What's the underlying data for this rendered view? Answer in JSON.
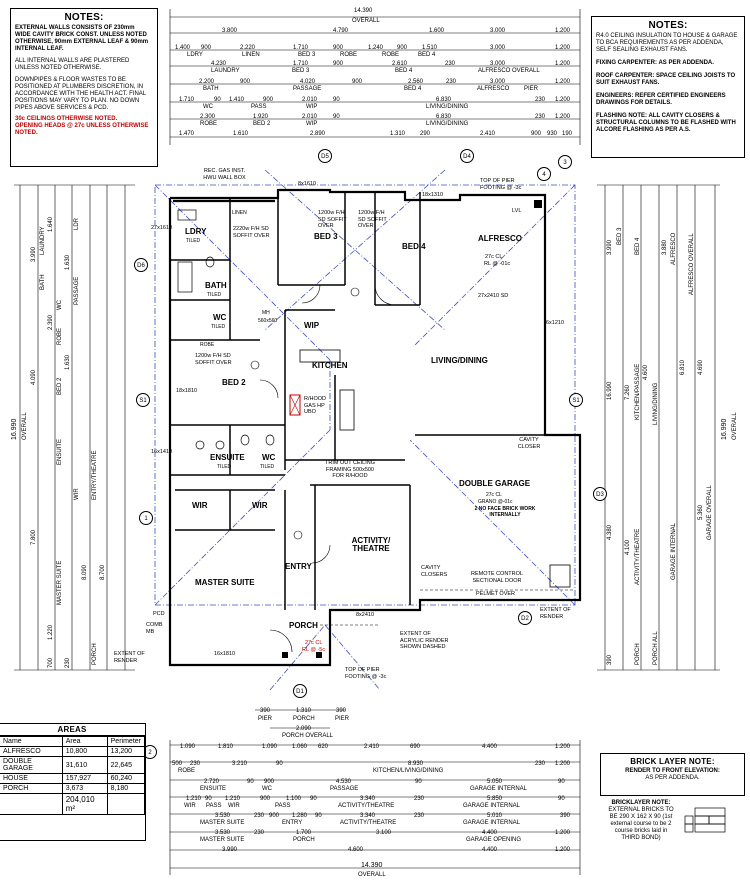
{
  "notes_left": {
    "title": "NOTES:",
    "lines": [
      "EXTERNAL WALLS CONSISTS OF 230mm",
      "WIDE CAVITY BRICK CONST. UNLESS NOTED",
      "OTHERWISE, 90mm EXTERNAL LEAF & 90mm",
      "INTERNAL LEAF.",
      "",
      "ALL INTERNAL WALLS ARE PLASTERED",
      "UNLESS NOTED OTHERWISE.",
      "",
      "DOWNPIPES & FLOOR WASTES TO BE",
      "POSITIONED AT PLUMBERS DISCRETION, IN",
      "ACCORDANCE WITH THE HEALTH ACT. FINAL",
      "POSITIONS MAY VARY TO PLAN. NO DOWN",
      "PIPES ABOVE SERVICES & PCD."
    ],
    "ceiling_note": "30c CEILINGS OTHERWISE NOTED.",
    "opening_note": "OPENING HEADS @ 27c UNLESS OTHERWISE NOTED."
  },
  "notes_right": {
    "title": "NOTES:",
    "r40": "R4.0 CEILING INSULATION TO HOUSE & GARAGE TO BCA REQUIREMENTS AS PER ADDENDA, SELF SEALING EXHAUST FANS.",
    "fixing": "FIXING CARPENTER: AS PER ADDENDA.",
    "roof": "ROOF CARPENTER: SPACE CEILING JOISTS TO SUIT EXHAUST FANS.",
    "engineers": "ENGINEERS: REFER CERTIFIED ENGINEERS DRAWINGS FOR DETAILS.",
    "flashing": "FLASHING NOTE: ALL CAVITY CLOSERS & STRUCTURAL COLUMNS TO BE FLASHED WITH ALCORE FLASHING AS PER A.S."
  },
  "top_dims": {
    "overall": "14.390",
    "overall_label": "OVERALL",
    "row1": [
      "3.800",
      "4.790",
      "1.600",
      "3.000",
      "1.200"
    ],
    "row2": [
      "1.400",
      "900",
      "2.220",
      "1.710",
      "900",
      "1.240",
      "900",
      "1.510",
      "3.000",
      "1.200"
    ],
    "row2_labels": [
      "LDRY",
      "LINEN",
      "BED 3",
      "ROBE",
      "ROBE",
      "BED 4",
      "ALFRESCO OVERALL"
    ],
    "row3": [
      "4.230",
      "1.710",
      "900",
      "2.610",
      "230",
      "3.000",
      "1.200"
    ],
    "row3_labels": [
      "LAUNDRY",
      "BED 3",
      "BED 4",
      "ALFRESCO OVERALL"
    ],
    "row4": [
      "2.200",
      "900",
      "4.020",
      "900",
      "2.560",
      "230",
      "3.000",
      "1.200"
    ],
    "row4_labels": [
      "BATH",
      "PASSAGE",
      "BED 4",
      "ALFRESCO",
      "PIER"
    ],
    "row5": [
      "1.710",
      "90",
      "1.410",
      "900",
      "2.010",
      "90",
      "6.830",
      "230",
      "1.200"
    ],
    "row5_labels": [
      "WC",
      "PASS",
      "WIP",
      "LIVING/DINING"
    ],
    "row6": [
      "2.300",
      "1.920",
      "2.010",
      "90",
      "6.830",
      "230",
      "1.200"
    ],
    "row6_labels": [
      "ROBE",
      "BED 2",
      "WIP",
      "LIVING/DINING"
    ],
    "row7": [
      "1.470",
      "1.610",
      "2.890",
      "1.310",
      "290",
      "2.410",
      "900",
      "930",
      "190"
    ]
  },
  "rooms": {
    "ldry": "LDRY",
    "ldry_sub": "TILED",
    "bath": "BATH",
    "bath_sub": "TILED",
    "wc1": "WC",
    "wc1_sub": "TILED",
    "bed3": "BED 3",
    "bed4": "BED 4",
    "alfresco": "ALFRESCO",
    "wip": "WIP",
    "kitchen": "KITCHEN",
    "living": "LIVING/DINING",
    "bed2": "BED 2",
    "ensuite": "ENSUITE",
    "ensuite_sub": "TILED",
    "wc2": "WC",
    "wc2_sub": "TILED",
    "wir1": "WIR",
    "wir2": "WIR",
    "double_garage": "DOUBLE GARAGE",
    "garage_sub1": "27c CL",
    "garage_sub2": "GRANO @-01c",
    "garage_sub3": "2 NO FACE BRICK WORK INTERNALLY",
    "activity": "ACTIVITY/ THEATRE",
    "master": "MASTER SUITE",
    "entry": "ENTRY",
    "porch": "PORCH",
    "linen": "LINEN",
    "robe": "ROBE",
    "mh": "MH",
    "mh_size": "560x560"
  },
  "annotations": {
    "rec_gas": "REC. GAS INST. HWU WALL BOX",
    "top_pier_top": "TOP OF PIER FOOTING @ -3c",
    "lvl": "LVL",
    "alfresco_cl": "27c CL",
    "alfresco_rl": "RL @ -01c",
    "sd_27x2410": "27x2410 SD",
    "sd_1200": "1200w F/H SD SOFFIT OVER",
    "sd_1200b": "1200w F/H SD SOFFIT OVER",
    "sd_2220": "2220w F/H SD SOFFIT OVER",
    "sd_1200c": "1200w F/H SD SOFFIT OVER",
    "rh": "R/HOOD GAS HP UBO",
    "trim": "TRIM OUT CEILING FRAMING 500x500 FOR R/HOOD",
    "cavity": "CAVITY CLOSER",
    "cavity2": "CAVITY CLOSERS",
    "remote": "REMOTE CONTROL SECTIONAL DOOR",
    "pelmet": "PELMET OVER",
    "ext_render": "EXTENT OF RENDER",
    "ext_acrylic": "EXTENT OF ACRYLIC RENDER SHOWN DASHED",
    "top_pier_bot": "TOP OF PIER FOOTING @ -3c",
    "ext_render_left": "EXTENT OF RENDER",
    "pcd": "PCD",
    "comb": "COMB MB",
    "porch_cl": "27c CL",
    "porch_rl": "RL @ -5c",
    "sd_6x1610": "8x1610",
    "sd_18x1310": "18x1310",
    "sd_18x1810": "18x1810",
    "sd_16x1810": "16x1810",
    "sd_8x2410": "8x2410",
    "sd_27x1610": "27x1610",
    "sd_16x1410": "16x1410",
    "sd_6x1210": "6x1210"
  },
  "bubbles": [
    "D5",
    "D4",
    "3",
    "4",
    "D6",
    "S1",
    "S1",
    "1",
    "D3",
    "D2",
    "D1",
    "2"
  ],
  "areas": {
    "title": "AREAS",
    "headers": [
      "Name",
      "Area",
      "Perimeter"
    ],
    "rows": [
      [
        "ALFRESCO",
        "10,800",
        "13,200"
      ],
      [
        "DOUBLE GARAGE",
        "31,610",
        "22,645"
      ],
      [
        "HOUSE",
        "157,927",
        "60,240"
      ],
      [
        "PORCH",
        "3,673",
        "8,180"
      ]
    ],
    "total": "204,010 m²"
  },
  "brick_layer": {
    "title": "BRICK LAYER NOTE:",
    "line1": "RENDER TO FRONT ELEVATION:",
    "line2": "AS PER ADDENDA.",
    "bl_title": "BRICKLAYER NOTE:",
    "bl_body": "EXTERNAL BRICKS TO BE 290 X 162 X 90 (1st external course to be 2 course bricks laid in THIRD BOND)"
  },
  "bottom_dims": {
    "pier": [
      "390",
      "1.310",
      "390"
    ],
    "pier_labels": [
      "PIER",
      "PORCH",
      "PIER"
    ],
    "porch_overall": "2.090",
    "porch_overall_label": "PORCH OVERALL",
    "row1": [
      "1.090",
      "1.810",
      "1.090",
      "1.060",
      "620",
      "2.410",
      "690",
      "4.400",
      "1.200"
    ],
    "row2": [
      "500",
      "230",
      "3.210",
      "90",
      "8.930",
      "230",
      "1.200"
    ],
    "row2_labels": [
      "ROBE",
      "KITCHEN/LIVING/DINING"
    ],
    "row3": [
      "2.720",
      "90",
      "900",
      "4.530",
      "90",
      "5.050",
      "90"
    ],
    "row3_labels": [
      "ENSUITE",
      "WC",
      "PASSAGE",
      "GARAGE INTERNAL"
    ],
    "row4": [
      "1.210",
      "90",
      "1.210",
      "900",
      "1.100",
      "90",
      "3.340",
      "230",
      "5.850",
      "90"
    ],
    "row4_labels": [
      "WIR",
      "PASS",
      "WIR",
      "PASS",
      "ACTIVITY/THEATRE",
      "GARAGE INTERNAL"
    ],
    "row5": [
      "3.530",
      "230",
      "900",
      "1.280",
      "90",
      "3.340",
      "230",
      "5.010",
      "390"
    ],
    "row5_labels": [
      "MASTER SUITE",
      "ENTRY",
      "ACTIVITY/THEATRE",
      "GARAGE INTERNAL"
    ],
    "row6": [
      "3.530",
      "230",
      "1.700",
      "3.100",
      "4.400",
      "1.200"
    ],
    "row6_labels": [
      "MASTER SUITE",
      "PORCH",
      "GARAGE OPENING"
    ],
    "row7": [
      "3.990",
      "4.600",
      "4.400",
      "1.200"
    ],
    "overall": "14.390",
    "overall_label": "OVERALL"
  },
  "side_dims": {
    "left_overall": "16.990",
    "left_overall_label": "OVERALL",
    "right_overall": "16.990",
    "right_overall_label": "OVERALL",
    "left_labels": [
      "LAUNDRY",
      "LDR",
      "BATH",
      "WC",
      "PASSAGE",
      "ROBE",
      "BED 2",
      "ENSUITE",
      "WIR",
      "ENTRY/THEATRE",
      "MASTER SUITE",
      "PORCH"
    ],
    "left_values": [
      "3.990",
      "4.090",
      "7.800",
      "1.640",
      "2.390",
      "1.630",
      "1.630",
      "8.090",
      "8.700",
      "1.220",
      "700",
      "230"
    ],
    "right_labels": [
      "BED 3",
      "BED 4",
      "ALFRESCO",
      "ALFRESCO OVERALL",
      "KITCHEN/PASSAGE",
      "LIVING/DINING",
      "ACTIVITY/THEATRE",
      "GARAGE INTERNAL",
      "GARAGE OVERALL",
      "PORCH ALL",
      "PORCH"
    ],
    "right_values": [
      "3.990",
      "3.880",
      "6.810",
      "7.260",
      "4.600",
      "4.690",
      "16.990",
      "4.100",
      "4.380",
      "5.360",
      "390"
    ]
  }
}
